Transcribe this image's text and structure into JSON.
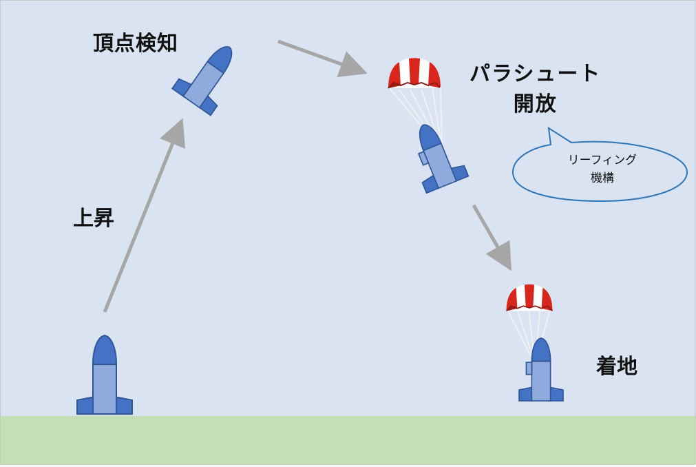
{
  "diagram": {
    "title": "Rocket flight sequence with parachute deployment",
    "colors": {
      "sky": "#dae3f1",
      "ground": "#c5dfb4",
      "rocket_body": "#8faadc",
      "rocket_nose_fins": "#4472c4",
      "rocket_outline": "#2f5597",
      "arrow": "#a6a6a6",
      "parachute_red": "#d9261c",
      "parachute_white": "#ffffff",
      "callout_outline": "#2e75b6"
    },
    "stages": [
      {
        "id": "launch",
        "label": ""
      },
      {
        "id": "ascent",
        "label": "上昇"
      },
      {
        "id": "apex",
        "label": "頂点検知"
      },
      {
        "id": "parachute",
        "label_line1": "パラシュート",
        "label_line2": "開放"
      },
      {
        "id": "landing",
        "label": "着地"
      }
    ],
    "callout": {
      "line1": "リーフィング",
      "line2": "機構"
    },
    "arrows": [
      {
        "from": "launch",
        "to": "apex"
      },
      {
        "from": "apex",
        "to": "parachute"
      },
      {
        "from": "parachute",
        "to": "landing"
      }
    ]
  }
}
